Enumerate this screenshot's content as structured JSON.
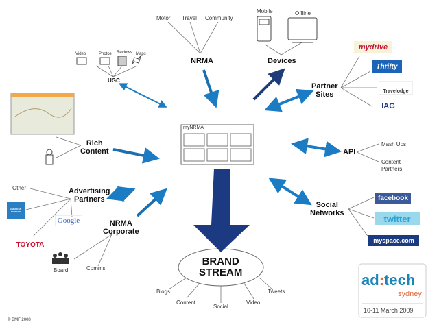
{
  "colors": {
    "arrow_light": "#1b7cc4",
    "arrow_dark": "#1e3c7a",
    "center_arrow": "#1c3a82",
    "line": "#777777"
  },
  "nodes": {
    "nrma": "NRMA",
    "nrma_children": [
      "Motor",
      "Travel",
      "Community"
    ],
    "devices": "Devices",
    "devices_children": [
      "Mobile",
      "Offline"
    ],
    "ugc": "UGC",
    "ugc_children": [
      "Video",
      "Photos",
      "Reviews",
      "Maps"
    ],
    "partner_sites": [
      "Partner",
      "Sites"
    ],
    "partner_logos": [
      "mydrive",
      "Thrifty",
      "Travelodge",
      "IAG"
    ],
    "rich_content": [
      "Rich",
      "Content"
    ],
    "mynrma": "myNRMA",
    "api": "API",
    "api_children": [
      "Mash Ups",
      "Content",
      "Partners"
    ],
    "advertising": [
      "Advertising",
      "Partners"
    ],
    "advertising_children": [
      "Other",
      "AMERICAN EXPRESS",
      "Google",
      "TOYOTA"
    ],
    "nrma_corporate": [
      "NRMA",
      "Corporate"
    ],
    "corporate_children": [
      "Board",
      "Comms"
    ],
    "social": [
      "Social",
      "Networks"
    ],
    "social_logos": [
      "facebook",
      "twitter",
      "myspace.com"
    ],
    "brand_stream": [
      "BRAND",
      "STREAM"
    ],
    "brand_children": [
      "Blogs",
      "Content",
      "Social",
      "Video",
      "Tweets"
    ]
  },
  "event": {
    "name_a": "ad",
    "name_b": "tech",
    "city": "sydney",
    "dates": "10-11 March 2009"
  },
  "footer": {
    "copyright": "© BMF 2008"
  }
}
